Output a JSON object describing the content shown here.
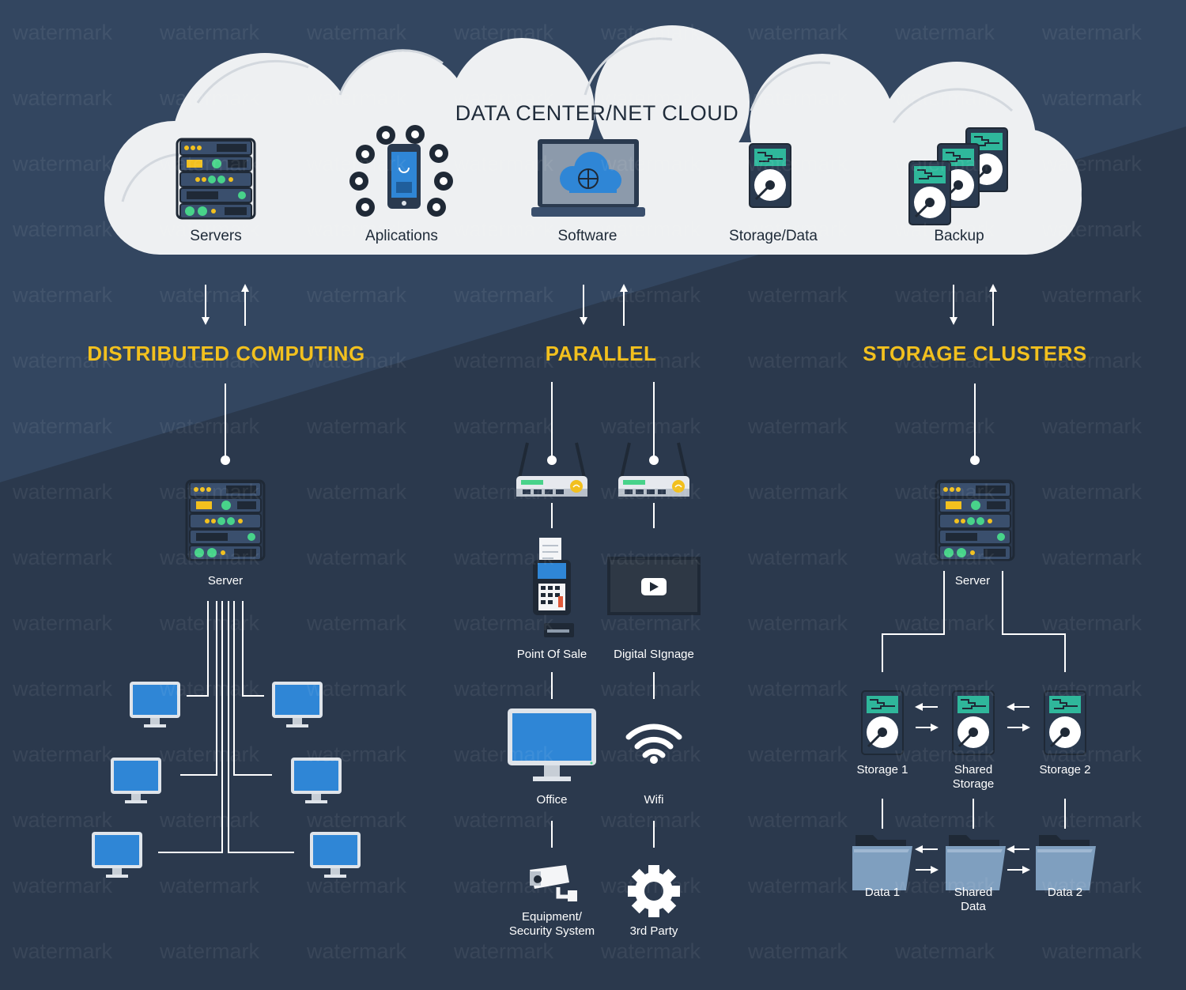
{
  "cloud": {
    "title": "DATA CENTER/NET CLOUD",
    "items": [
      {
        "label": "Servers",
        "icon": "server-rack-icon"
      },
      {
        "label": "Aplications",
        "icon": "smartphone-apps-icon"
      },
      {
        "label": "Software",
        "icon": "laptop-cloud-icon"
      },
      {
        "label": "Storage/Data",
        "icon": "hard-drive-icon"
      },
      {
        "label": "Backup",
        "icon": "hard-drive-stack-icon"
      }
    ]
  },
  "sections": {
    "distributed": {
      "title": "DISTRIBUTED COMPUTING",
      "server_label": "Server"
    },
    "parallel": {
      "title": "PARALLEL",
      "point_of_sale": "Point Of Sale",
      "digital_signage": "Digital SIgnage",
      "office": "Office",
      "wifi": "Wifi",
      "equipment": [
        "Equipment/",
        "Security System"
      ],
      "third_party": "3rd Party"
    },
    "storage": {
      "title": "STORAGE CLUSTERS",
      "server_label": "Server",
      "storage1": "Storage 1",
      "shared_storage": [
        "Shared",
        "Storage"
      ],
      "storage2": "Storage 2",
      "data1": "Data 1",
      "shared_data": [
        "Shared",
        "Data"
      ],
      "data2": "Data 2"
    }
  },
  "watermark": "watermark",
  "colors": {
    "background_dark": "#2b394d",
    "background_light": "#334660",
    "cloud": "#eef0f2",
    "heading": "#f2c01e",
    "monitor_screen": "#2f86d6",
    "drive_label": "#2fb79b",
    "led_green": "#48d38a",
    "led_yellow": "#f2c01e"
  }
}
